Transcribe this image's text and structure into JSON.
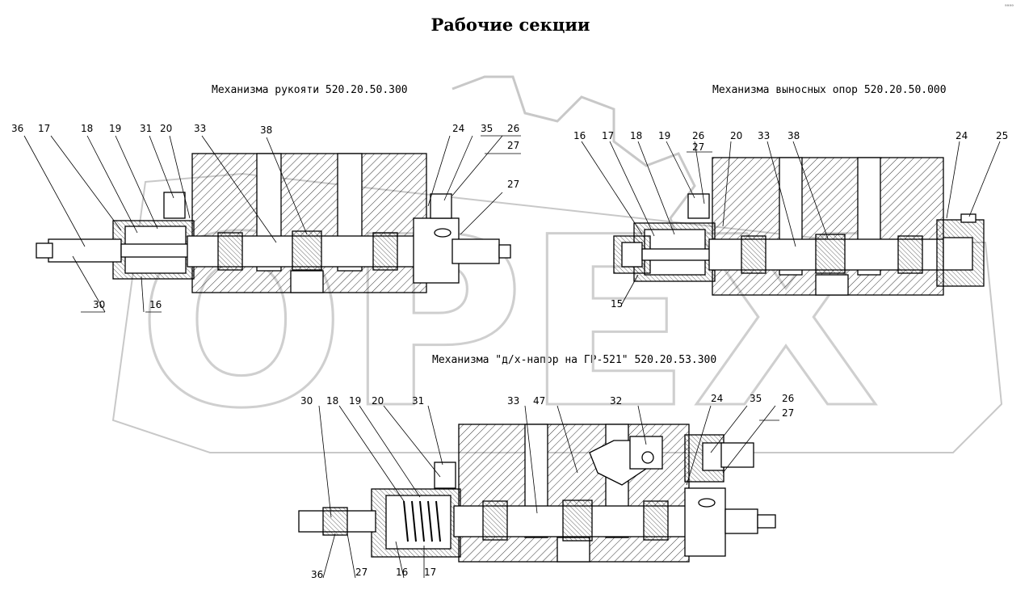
{
  "title": "Рабочие секции",
  "corner_mark": "ᵃᵃᵃᵃ",
  "watermark": "OPEX",
  "views": [
    {
      "id": "handle",
      "subtitle": "Механизма рукояти 520.20.50.300",
      "callouts": [
        "36",
        "17",
        "18",
        "19",
        "31",
        "20",
        "33",
        "38",
        "24",
        "35",
        "26",
        "27",
        "27",
        "30",
        "16"
      ]
    },
    {
      "id": "outriggers",
      "subtitle": "Механизма выносных опор 520.20.50.000",
      "callouts": [
        "16",
        "17",
        "18",
        "19",
        "26",
        "27",
        "20",
        "33",
        "38",
        "24",
        "25",
        "15"
      ]
    },
    {
      "id": "pressure",
      "subtitle": "Механизма \"д/х-напор на ГР-521\" 520.20.53.300",
      "callouts": [
        "30",
        "18",
        "19",
        "20",
        "31",
        "33",
        "47",
        "32",
        "24",
        "35",
        "26",
        "27",
        "36",
        "27",
        "16",
        "17"
      ]
    }
  ]
}
